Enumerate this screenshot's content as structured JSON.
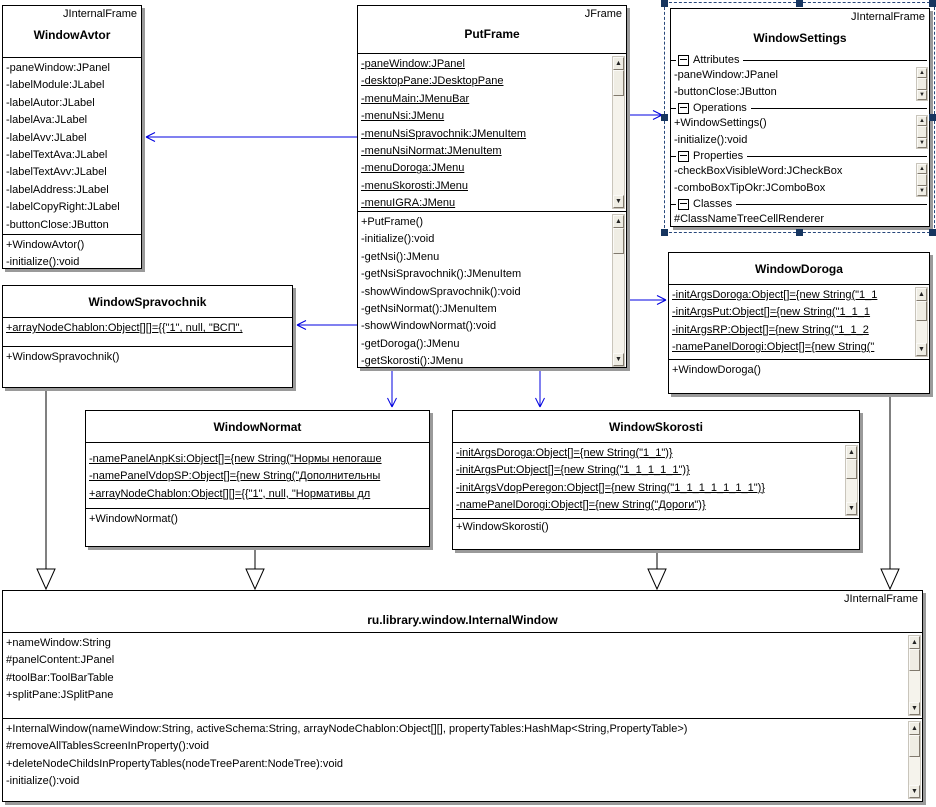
{
  "diagram": {
    "title": "UML class diagram",
    "colors": {
      "association": "#0000e0",
      "generalization": "#000000",
      "selection": "#27477b",
      "box_shadow": "#9a9a9a"
    },
    "classes": {
      "windowAvtor": {
        "stereotype": "JInternalFrame",
        "title": "WindowAvtor",
        "attributes": [
          "-paneWindow:JPanel",
          "-labelModule:JLabel",
          "-labelAutor:JLabel",
          "-labelAva:JLabel",
          "-labelAvv:JLabel",
          "-labelTextAva:JLabel",
          "-labelTextAvv:JLabel",
          "-labelAddress:JLabel",
          "-labelCopyRight:JLabel",
          "-buttonClose:JButton"
        ],
        "methods": [
          "+WindowAvtor()",
          "-initialize():void"
        ]
      },
      "putFrame": {
        "stereotype": "JFrame",
        "title": "PutFrame",
        "attributes": [
          "-paneWindow:JPanel",
          "-desktopPane:JDesktopPane",
          "-menuMain:JMenuBar",
          "-menuNsi:JMenu",
          "-menuNsiSpravochnik:JMenuItem",
          "-menuNsiNormat:JMenuItem",
          "-menuDoroga:JMenu",
          "-menuSkorosti:JMenu",
          "-menuIGRA:JMenu"
        ],
        "methods": [
          "+PutFrame()",
          "-initialize():void",
          "-getNsi():JMenu",
          "-getNsiSpravochnik():JMenuItem",
          "-showWindowSpravochnik():void",
          "-getNsiNormat():JMenuItem",
          "-showWindowNormat():void",
          "-getDoroga():JMenu",
          "-getSkorosti():JMenu"
        ]
      },
      "windowSettings": {
        "stereotype": "JInternalFrame",
        "title": "WindowSettings",
        "sections": [
          {
            "label": "Attributes",
            "rows": [
              "-paneWindow:JPanel",
              "-buttonClose:JButton"
            ]
          },
          {
            "label": "Operations",
            "rows": [
              "+WindowSettings()",
              "-initialize():void"
            ]
          },
          {
            "label": "Properties",
            "rows": [
              "-checkBoxVisibleWord:JCheckBox",
              "-comboBoxTipOkr:JComboBox"
            ]
          },
          {
            "label": "Classes",
            "rows": [
              "#ClassNameTreeCellRenderer"
            ]
          }
        ]
      },
      "windowSpravochnik": {
        "title": "WindowSpravochnik",
        "attributes": [
          "+arrayNodeChablon:Object[][]={{\"1\", null, \"ВСП\","
        ],
        "methods": [
          "+WindowSpravochnik()"
        ]
      },
      "windowDoroga": {
        "title": "WindowDoroga",
        "attributes": [
          "-initArgsDoroga:Object[]={new String(\"1_1",
          "-initArgsPut:Object[]={new String(\"1_1_1",
          "-initArgsRP:Object[]={new String(\"1_1_2",
          "-namePanelDorogi:Object[]={new String(\""
        ],
        "methods": [
          "+WindowDoroga()"
        ]
      },
      "windowNormat": {
        "title": "WindowNormat",
        "attributes": [
          "-namePanelAnpKsi:Object[]={new String(\"Нормы непогаше",
          "-namePanelVdopSP:Object[]={new String(\"Дополнительны",
          "+arrayNodeChablon:Object[][]={{\"1\", null, \"Нормативы дл"
        ],
        "methods": [
          "+WindowNormat()"
        ]
      },
      "windowSkorosti": {
        "title": "WindowSkorosti",
        "attributes": [
          "-initArgsDoroga:Object[]={new String(\"1_1\")}",
          "-initArgsPut:Object[]={new String(\"1_1_1_1_1\")}",
          "-initArgsVdopPeregon:Object[]={new String(\"1_1_1_1_1_1_1\")}",
          "-namePanelDorogi:Object[]={new String(\"Дороги\")}"
        ],
        "methods": [
          "+WindowSkorosti()"
        ]
      },
      "internalWindow": {
        "stereotype": "JInternalFrame",
        "title": "ru.library.window.InternalWindow",
        "attributes": [
          "+nameWindow:String",
          "#panelContent:JPanel",
          "#toolBar:ToolBarTable",
          "+splitPane:JSplitPane"
        ],
        "methods": [
          "+InternalWindow(nameWindow:String, activeSchema:String, arrayNodeChablon:Object[][], propertyTables:HashMap<String,PropertyTable>)",
          "#removeAllTablesScreenInProperty():void",
          "+deleteNodeChildsInPropertyTables(nodeTreeParent:NodeTree):void",
          "-initialize():void"
        ]
      }
    }
  }
}
